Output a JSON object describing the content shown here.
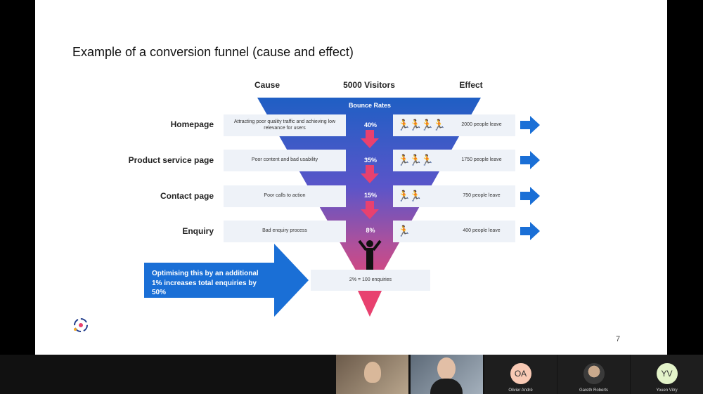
{
  "slide": {
    "title": "Example of a conversion funnel (cause and effect)",
    "page_number": "7"
  },
  "funnel": {
    "header_cause": "Cause",
    "header_visitors": "5000 Visitors",
    "header_effect": "Effect",
    "bounce_label": "Bounce Rates",
    "stages": [
      {
        "label": "Homepage",
        "cause": "Attracting poor quality traffic and achieving low relevance for users",
        "rate": "40%",
        "effect": "2000 people leave",
        "runners": "🏃🏃🏃🏃"
      },
      {
        "label": "Product service page",
        "cause": "Poor content and bad usability",
        "rate": "35%",
        "effect": "1750 people leave",
        "runners": "🏃🏃🏃"
      },
      {
        "label": "Contact page",
        "cause": "Poor calls to action",
        "rate": "15%",
        "effect": "750 people leave",
        "runners": "🏃🏃"
      },
      {
        "label": "Enquiry",
        "cause": "Bad enquiry process",
        "rate": "8%",
        "effect": "400 people leave",
        "runners": "🏃"
      }
    ],
    "callout": "Optimising this by an additional 1% increases total enquiries by 50%",
    "result": "2% = 100 enquiries",
    "colors": {
      "top": "#1f5fc4",
      "bottom": "#e8416f",
      "arrow": "#1a6fd6"
    }
  },
  "participants": [
    {
      "name": "",
      "initials": "",
      "type": "video"
    },
    {
      "name": "",
      "initials": "",
      "type": "video"
    },
    {
      "name": "Olivier André",
      "initials": "OA",
      "type": "avatar",
      "color": "#f8c9b4"
    },
    {
      "name": "Gareth Roberts",
      "initials": "",
      "type": "photo"
    },
    {
      "name": "Youen Vitry",
      "initials": "YV",
      "type": "avatar",
      "color": "#e3f3c9"
    }
  ]
}
